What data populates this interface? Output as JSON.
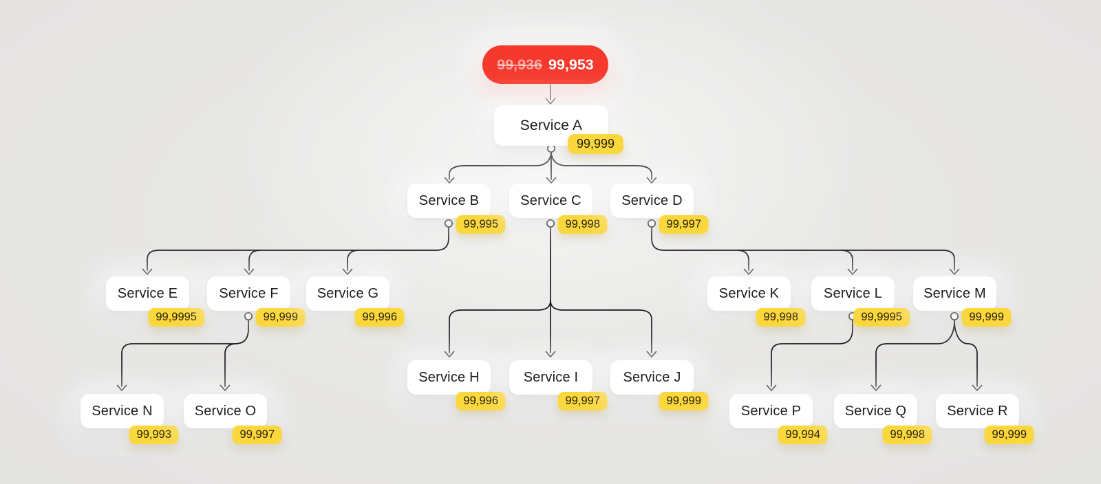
{
  "diagram": {
    "root_badge": {
      "previous_value": "99,936",
      "current_value": "99,953"
    },
    "nodes": [
      {
        "id": "A",
        "label": "Service A",
        "value": "99,999",
        "children": [
          "B",
          "C",
          "D"
        ]
      },
      {
        "id": "B",
        "label": "Service B",
        "value": "99,995",
        "children": [
          "E",
          "F",
          "G"
        ]
      },
      {
        "id": "C",
        "label": "Service C",
        "value": "99,998",
        "children": [
          "H",
          "I",
          "J"
        ]
      },
      {
        "id": "D",
        "label": "Service D",
        "value": "99,997",
        "children": [
          "K",
          "L",
          "M"
        ]
      },
      {
        "id": "E",
        "label": "Service E",
        "value": "99,9995",
        "children": []
      },
      {
        "id": "F",
        "label": "Service F",
        "value": "99,999",
        "children": [
          "N",
          "O"
        ]
      },
      {
        "id": "G",
        "label": "Service G",
        "value": "99,996",
        "children": []
      },
      {
        "id": "H",
        "label": "Service H",
        "value": "99,996",
        "children": []
      },
      {
        "id": "I",
        "label": "Service I",
        "value": "99,997",
        "children": []
      },
      {
        "id": "J",
        "label": "Service J",
        "value": "99,999",
        "children": []
      },
      {
        "id": "K",
        "label": "Service K",
        "value": "99,998",
        "children": []
      },
      {
        "id": "L",
        "label": "Service L",
        "value": "99,9995",
        "children": [
          "P"
        ]
      },
      {
        "id": "M",
        "label": "Service M",
        "value": "99,999",
        "children": [
          "Q",
          "R"
        ]
      },
      {
        "id": "N",
        "label": "Service N",
        "value": "99,993",
        "children": []
      },
      {
        "id": "O",
        "label": "Service O",
        "value": "99,997",
        "children": []
      },
      {
        "id": "P",
        "label": "Service P",
        "value": "99,994",
        "children": []
      },
      {
        "id": "Q",
        "label": "Service Q",
        "value": "99,998",
        "children": []
      },
      {
        "id": "R",
        "label": "Service R",
        "value": "99,999",
        "children": []
      }
    ],
    "colors": {
      "badge_yellow": "#FBD73E",
      "badge_red": "#F5392D",
      "line": "#1B1B1B",
      "card_background": "#FFFFFF",
      "page_background": "#E6E5E3"
    }
  }
}
